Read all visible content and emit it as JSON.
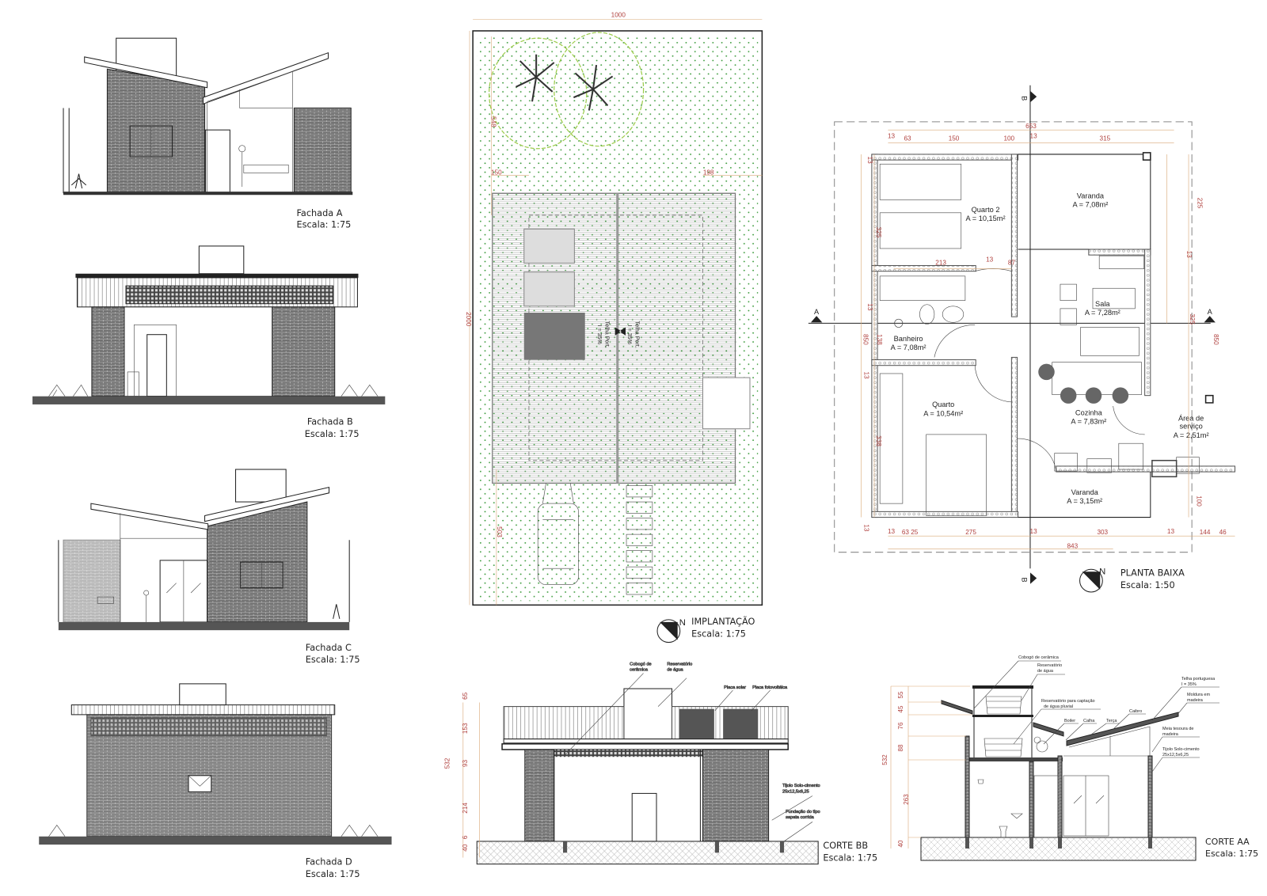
{
  "fachadas": [
    {
      "title": "Fachada A",
      "scale": "Escala: 1:75"
    },
    {
      "title": "Fachada B",
      "scale": "Escala: 1:75"
    },
    {
      "title": "Fachada C",
      "scale": "Escala: 1:75"
    },
    {
      "title": "Fachada D",
      "scale": "Escala: 1:75"
    }
  ],
  "implantacao": {
    "title": "IMPLANTAÇÃO",
    "scale": "Escala: 1:75",
    "dims": {
      "width": "1000",
      "depth": "2000",
      "front": "548",
      "left": "150",
      "right": "198",
      "back": "503"
    },
    "roof_labels": [
      {
        "line1": "Telha Port.",
        "line2": "I = 35%"
      },
      {
        "line1": "Telha Port.",
        "line2": "I = 35%"
      }
    ]
  },
  "planta": {
    "title": "PLANTA BAIXA",
    "scale": "Escala: 1:50",
    "section_marks": {
      "a": "A",
      "b": "B"
    },
    "rooms": [
      {
        "name": "Quarto 2",
        "area": "A = 10,15m²"
      },
      {
        "name": "Varanda",
        "area": "A = 7,08m²"
      },
      {
        "name": "Sala",
        "area": "A = 7,28m²"
      },
      {
        "name": "Banheiro",
        "area": "A = 7,08m²"
      },
      {
        "name": "Quarto",
        "area": "A = 10,54m²"
      },
      {
        "name": "Cozinha",
        "area": "A = 7,83m²"
      },
      {
        "name": "Área de",
        "name2": "serviço",
        "area": "A = 2,51m²"
      },
      {
        "name": "Varanda",
        "area": "A = 3,15m²"
      }
    ],
    "dims_top": [
      "653",
      "13",
      "63",
      "150",
      "100",
      "13",
      "315"
    ],
    "dims_left": [
      "13",
      "325",
      "13",
      "850",
      "138",
      "13",
      "338",
      "13"
    ],
    "dims_inner": [
      "213",
      "13",
      "87"
    ],
    "dims_right": [
      "225",
      "13",
      "325",
      "850",
      "100"
    ],
    "dims_bottom": [
      "13",
      "63 25",
      "275",
      "13",
      "303",
      "13",
      "144",
      "46",
      "843"
    ]
  },
  "corte_bb": {
    "title": "CORTE BB",
    "scale": "Escala: 1:75",
    "dims": [
      "65",
      "153",
      "93",
      "214",
      "6",
      "40",
      "532"
    ],
    "notes": [
      [
        "Cobogó de",
        "cerâmica"
      ],
      [
        "Reservatório",
        "de água"
      ],
      [
        "Placa solar"
      ],
      [
        "Placa fotovoltáica"
      ],
      [
        "Tijolo Solo-cimento",
        "25x12,5x6,25"
      ],
      [
        "Fundação do tipo",
        "sapata corrida"
      ]
    ]
  },
  "corte_aa": {
    "title": "CORTE AA",
    "scale": "Escala: 1:75",
    "dims": [
      "55",
      "45",
      "76",
      "88",
      "263",
      "40",
      "532"
    ],
    "notes": [
      [
        "Cobogó de cerâmica"
      ],
      [
        "Reservatório",
        "de água"
      ],
      [
        "Reservatório para captação",
        "de água pluvial"
      ],
      [
        "Boiler"
      ],
      [
        "Calha"
      ],
      [
        "Terça"
      ],
      [
        "Caibro"
      ],
      [
        "Telha portuguesa",
        "I = 35%"
      ],
      [
        "Moldura em",
        "madeira"
      ],
      [
        "Meia tesoura de",
        "madeira"
      ],
      [
        "Tijolo Solo-cimento",
        "25x12,5x6,25"
      ]
    ]
  },
  "colors": {
    "dimension": "#b0413e",
    "grass_dots": "#3a9a3a",
    "tree_canopy": "#9ccc4a",
    "brick": "#555555"
  }
}
